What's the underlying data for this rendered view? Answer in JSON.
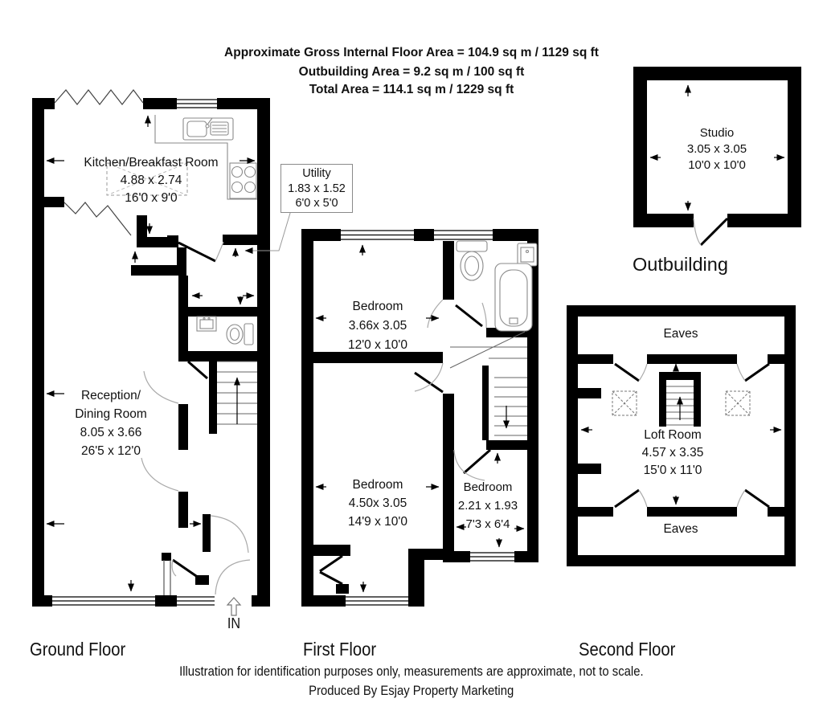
{
  "header": {
    "line1": "Approximate Gross Internal Floor Area = 104.9 sq m / 1129 sq ft",
    "line2": "Outbuilding Area = 9.2 sq m / 100 sq ft",
    "line3": "Total Area = 114.1 sq m / 1229 sq ft"
  },
  "ground_floor": {
    "label": "Ground Floor",
    "kitchen": {
      "name": "Kitchen/Breakfast Room",
      "metric": "4.88 x 2.74",
      "imperial": "16'0 x 9'0"
    },
    "utility": {
      "name": "Utility",
      "metric": "1.83 x 1.52",
      "imperial": "6'0 x 5'0"
    },
    "reception": {
      "name_line1": "Reception/",
      "name_line2": "Dining Room",
      "metric": "8.05 x 3.66",
      "imperial": "26'5 x 12'0"
    },
    "entrance": "IN"
  },
  "first_floor": {
    "label": "First Floor",
    "bedroom1": {
      "name": "Bedroom",
      "metric": "3.66x 3.05",
      "imperial": "12'0 x 10'0"
    },
    "bedroom2": {
      "name": "Bedroom",
      "metric": "4.50x 3.05",
      "imperial": "14'9 x 10'0"
    },
    "bedroom3": {
      "name": "Bedroom",
      "metric": "2.21 x 1.93",
      "imperial": "7'3 x 6'4"
    }
  },
  "second_floor": {
    "label": "Second Floor",
    "loft": {
      "name": "Loft Room",
      "metric": "4.57 x 3.35",
      "imperial": "15'0 x 11'0"
    },
    "eaves_top": "Eaves",
    "eaves_bottom": "Eaves"
  },
  "outbuilding": {
    "label": "Outbuilding",
    "studio": {
      "name": "Studio",
      "metric": "3.05 x 3.05",
      "imperial": "10'0 x 10'0"
    }
  },
  "footer": {
    "line1": "Illustration for identification purposes only, measurements are approximate, not to scale.",
    "line2": "Produced By Esjay Property Marketing"
  },
  "colors": {
    "wall": "#000000",
    "background": "#ffffff",
    "fixture": "#8a8a8a",
    "door_arc": "#aaaaaa"
  }
}
